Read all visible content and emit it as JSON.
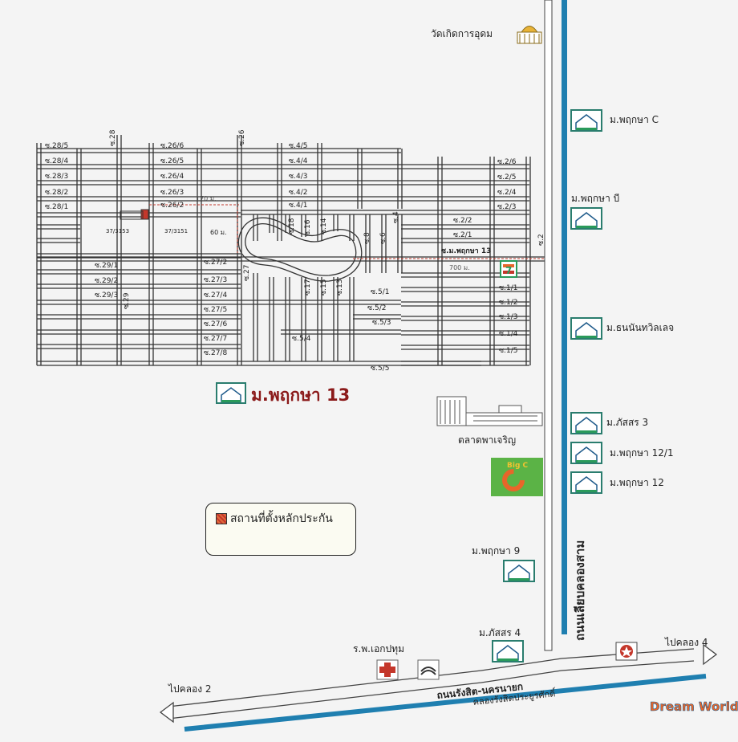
{
  "map": {
    "temple": "วัดเกิดการอุดม",
    "village_main": "ม.พฤกษา 13",
    "roads": {
      "main_vertical": "ถนนเลียบคลองสาม",
      "main_horizontal": "ถนนรังสิต-นครนายก",
      "canal": "คลองรังสิตประยูรศักดิ์",
      "to_klong2": "ไปคลอง 2",
      "to_klong4": "ไปคลอง 4"
    },
    "villages_right": [
      "ม.พฤกษา C",
      "ม.พฤกษา บี",
      "ม.ธนนันทวิลเลจ",
      "ม.ภัสสร 3",
      "ม.พฤกษา 12/1",
      "ม.พฤกษา 12"
    ],
    "villages_bottom": [
      "ม.พฤกษา 9",
      "ม.ภัสสร 4"
    ],
    "market": "ตลาดพาเจริญ",
    "hospital": "ร.พ.เอกปทุม",
    "bigc": "Big C",
    "dreamworld": "Dream World",
    "distances": {
      "d170": "170 ม.",
      "d60": "60 ม.",
      "d700": "700 ม."
    },
    "plots": {
      "p1": "37/3153",
      "p2": "37/3151"
    },
    "soi_left": [
      "ซ.28/5",
      "ซ.28/4",
      "ซ.28/3",
      "ซ.28/2",
      "ซ.28/1"
    ],
    "soi_26": [
      "ซ.26/6",
      "ซ.26/5",
      "ซ.26/4",
      "ซ.26/3",
      "ซ.26/2"
    ],
    "soi_4": [
      "ซ.4/5",
      "ซ.4/4",
      "ซ.4/3",
      "ซ.4/2",
      "ซ.4/1"
    ],
    "soi_2": [
      "ซ.2/6",
      "ซ.2/5",
      "ซ.2/4",
      "ซ.2/3"
    ],
    "soi_2b": [
      "ซ.2/2",
      "ซ.2/1"
    ],
    "soi_main": "ซ.ม.พฤกษา 13",
    "soi_29": [
      "ซ.29/1",
      "ซ.29/2",
      "ซ.29/3"
    ],
    "soi_27": [
      "ซ.27/2",
      "ซ.27/3",
      "ซ.27/4",
      "ซ.27/5",
      "ซ.27/6",
      "ซ.27/7",
      "ซ.27/8"
    ],
    "soi_5": [
      "ซ.5/1",
      "ซ.5/2",
      "ซ.5/3",
      "ซ.5/4",
      "ซ.5/5"
    ],
    "soi_1": [
      "ซ.1/1",
      "ซ.1/2",
      "ซ.1/3",
      "ซ.1/4",
      "ซ.1/5"
    ],
    "vsoi": [
      "ซ.28",
      "ซ.26",
      "ซ.2",
      "ซ.18",
      "ซ.16",
      "ซ.14",
      "ซ.4",
      "ซ.8",
      "ซ.6",
      "ซ.27",
      "ซ.17",
      "ซ.15",
      "ซ.13",
      "ซ.29"
    ]
  },
  "legend": {
    "text": "สถานที่ตั้งหลักประกัน"
  },
  "colors": {
    "road_blue": "#1f7fb0",
    "line": "#333333",
    "dashed": "#c0392b",
    "legend_red": "#c4372b"
  }
}
